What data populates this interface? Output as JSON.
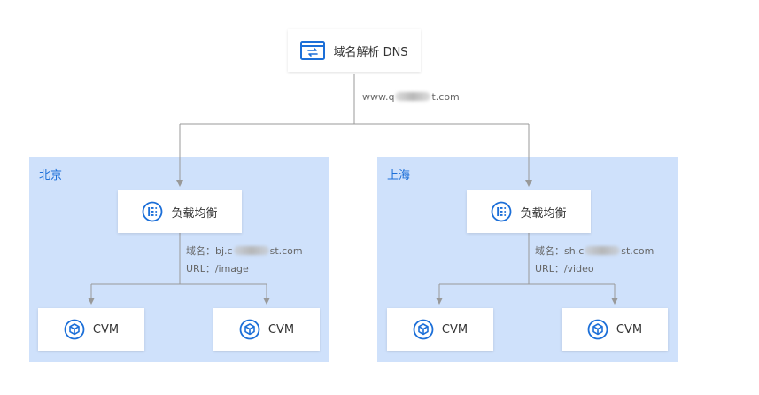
{
  "dns": {
    "label": "域名解析 DNS",
    "icon": "dns-switch-icon"
  },
  "dns_domain": {
    "prefix": "www.q",
    "suffix": "t.com"
  },
  "regions": [
    {
      "title": "北京",
      "lb_label": "负载均衡",
      "domain_prefix": "域名：bj.c",
      "domain_suffix": "st.com",
      "url": "URL：/image",
      "cvm": [
        "CVM",
        "CVM"
      ]
    },
    {
      "title": "上海",
      "lb_label": "负载均衡",
      "domain_prefix": "域名：sh.c",
      "domain_suffix": "st.com",
      "url": "URL：/video",
      "cvm": [
        "CVM",
        "CVM"
      ]
    }
  ],
  "colors": {
    "accent": "#1c6fd8",
    "region_bg": "#cfe1fb",
    "connector": "#999999"
  }
}
